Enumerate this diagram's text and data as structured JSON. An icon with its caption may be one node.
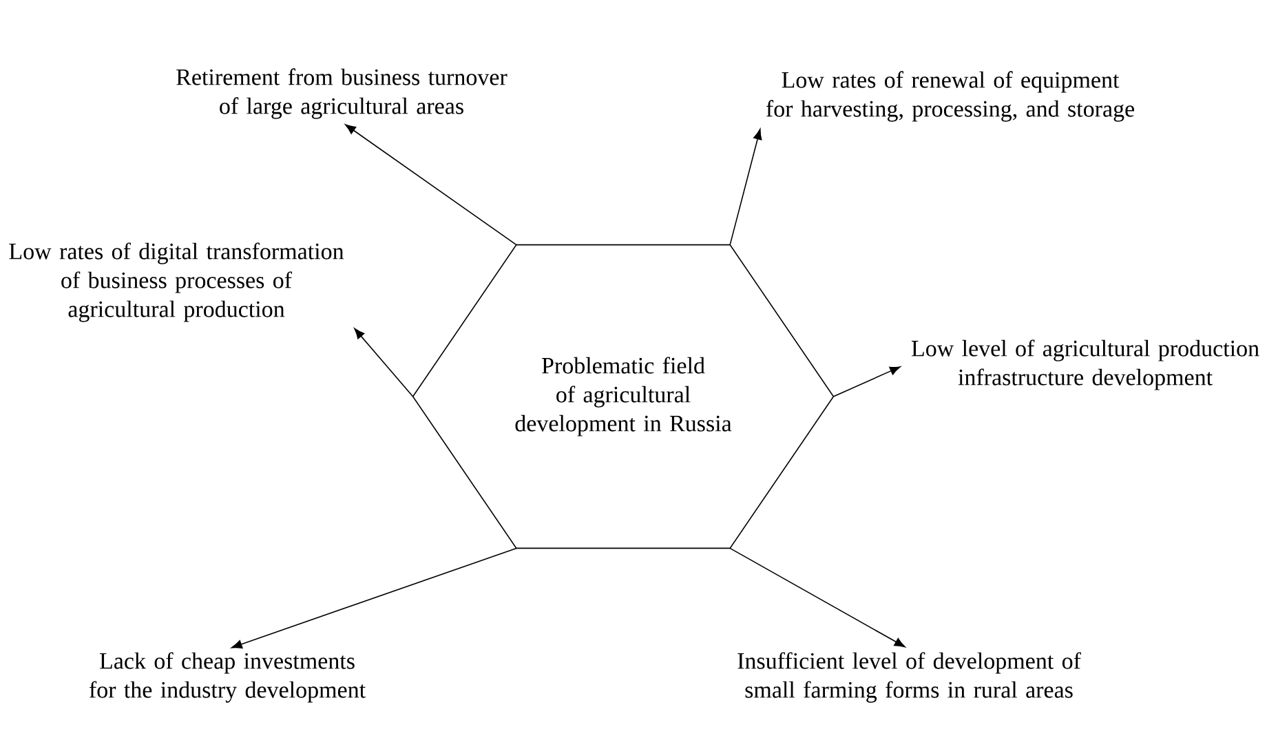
{
  "diagram": {
    "nodes": [
      {
        "text": [
          "Problematic field of agricultural development in Russia"
        ]
      },
      {
        "text": [
          "Retirement from business turnover of large agricultural areas"
        ]
      },
      {
        "text": [
          "Low rates of renewal of equipment for harvesting, processing, and storage"
        ]
      },
      {
        "text": [
          "Low rates of digital transformation of business processes of agricultural production"
        ]
      },
      {
        "text": [
          "Low level of agricultural production infrastructure development"
        ]
      },
      {
        "text": [
          "Lack of cheap investments for the industry development"
        ]
      },
      {
        "text": [
          "Insufficient level of development of small farming forms in rural areas"
        ]
      }
    ],
    "edges": [
      {
        "from": 0,
        "to": 1,
        "arrow": "to"
      },
      {
        "from": 0,
        "to": 2,
        "arrow": "to"
      },
      {
        "from": 0,
        "to": 3,
        "arrow": "to"
      },
      {
        "from": 0,
        "to": 4,
        "arrow": "to"
      },
      {
        "from": 0,
        "to": 5,
        "arrow": "to"
      },
      {
        "from": 0,
        "to": 6,
        "arrow": "to"
      }
    ]
  }
}
